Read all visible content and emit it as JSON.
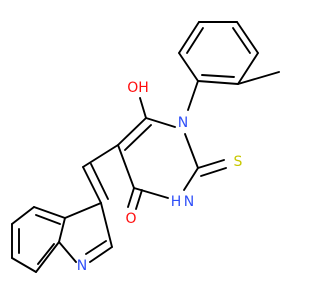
{
  "molecule": {
    "atoms": {
      "oh": {
        "text": "OH",
        "color": "#ff0d0d"
      },
      "n1": {
        "text": "N",
        "color": "#3050f8"
      },
      "s": {
        "text": "S",
        "color": "#c8c800"
      },
      "nh": {
        "text": "H",
        "color": "#3050f8"
      },
      "nh_n": {
        "text": "N",
        "color": "#3050f8"
      },
      "o": {
        "text": "O",
        "color": "#ff0d0d"
      },
      "n_indole": {
        "text": "N",
        "color": "#3050f8"
      }
    },
    "bond_color": "#000000"
  }
}
